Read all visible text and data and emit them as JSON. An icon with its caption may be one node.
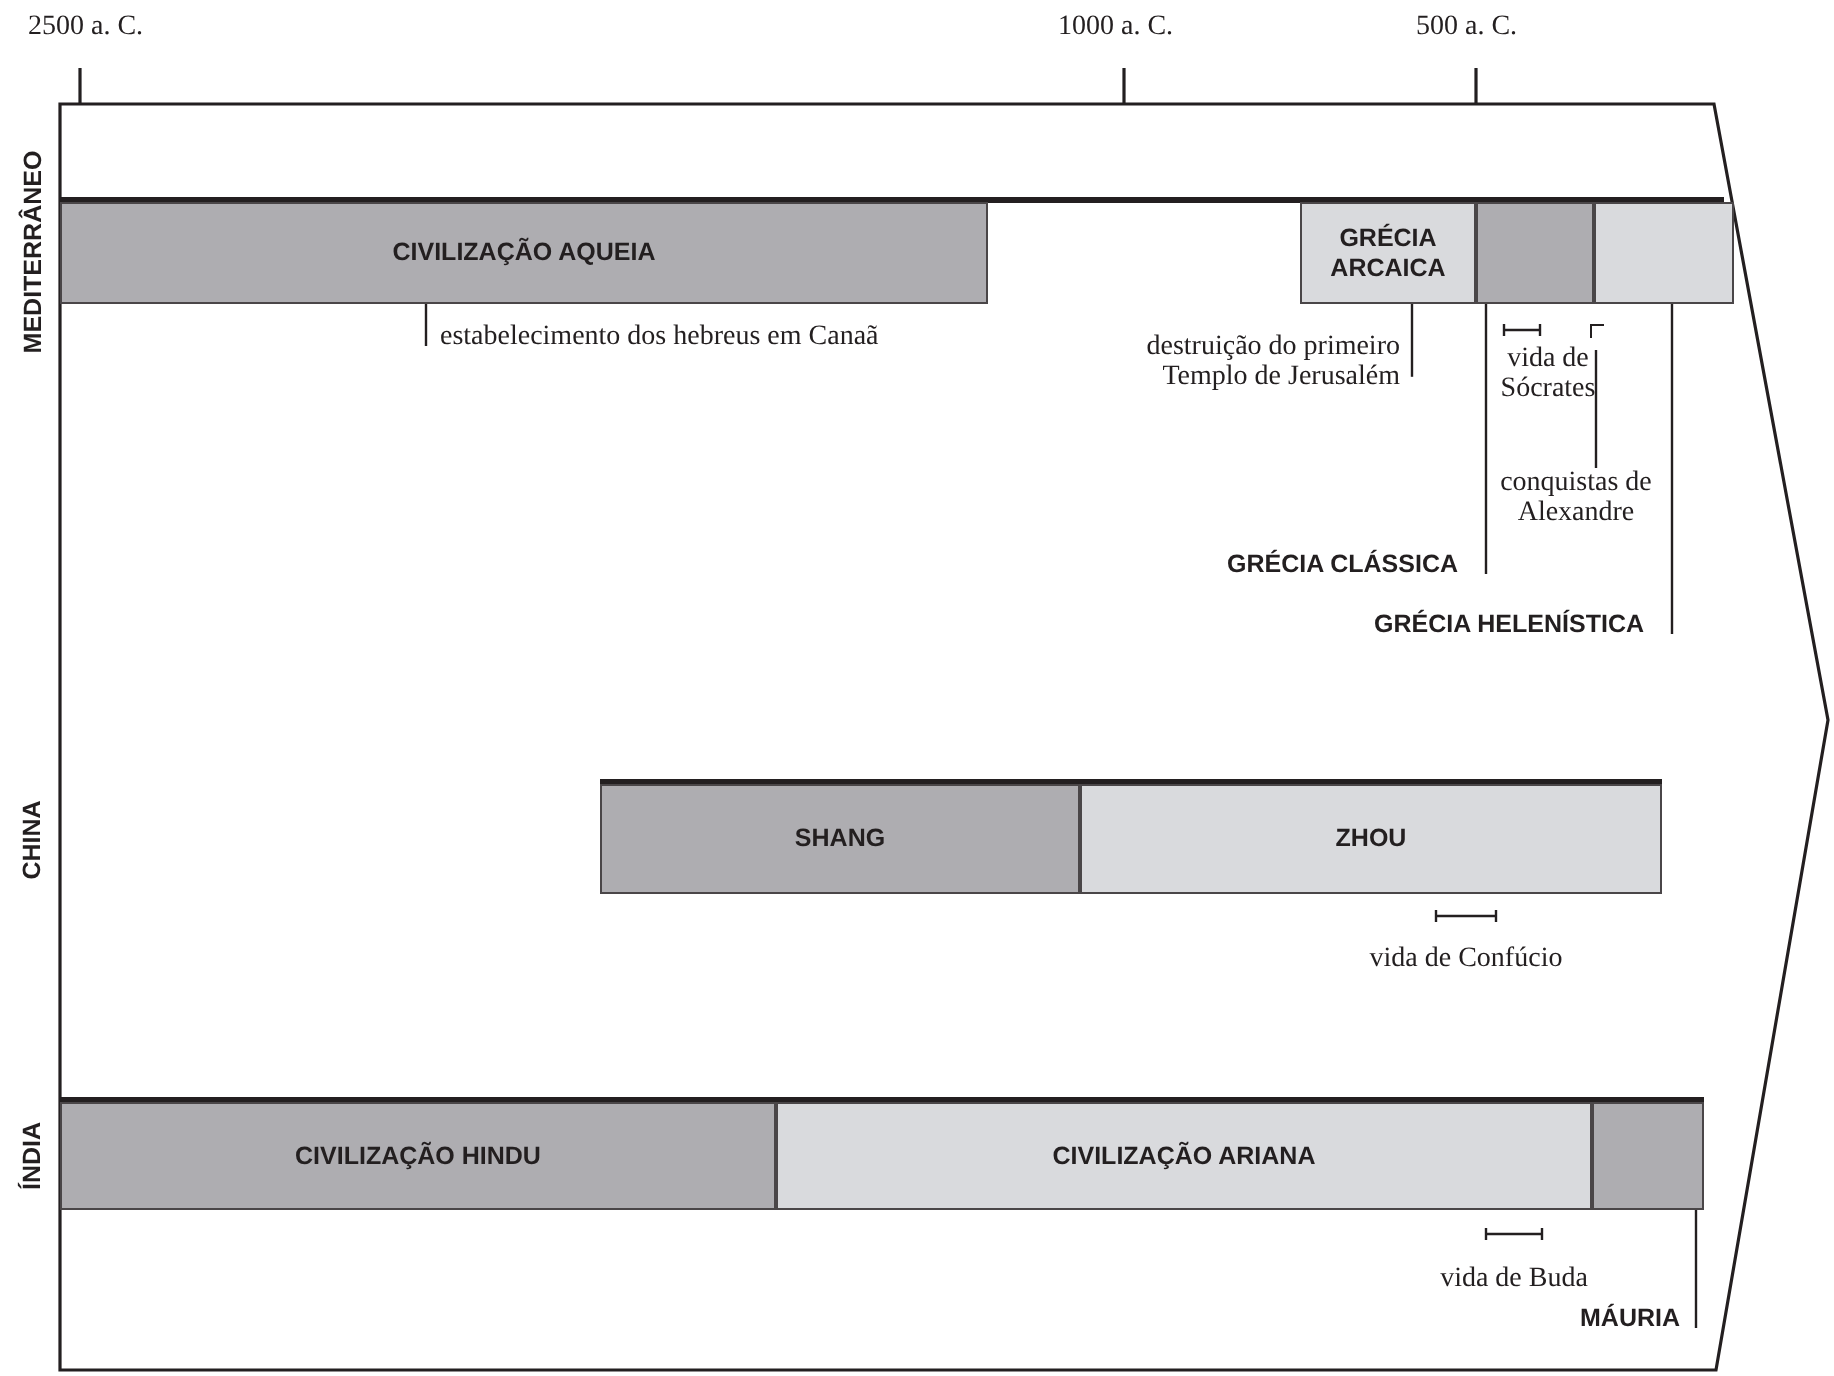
{
  "diagram": {
    "nodes": [
      {
        "text": [
          "CIVILIZAÇÃO AQUEIA"
        ]
      },
      {
        "text": [
          "GRÉCIA ARCAICA"
        ]
      },
      {
        "text": [],
        "shape": "bar"
      },
      {
        "text": [],
        "shape": "bar"
      },
      {
        "text": [
          "SHANG"
        ]
      },
      {
        "text": [
          "ZHOU"
        ]
      },
      {
        "text": [
          "CIVILIZAÇÃO HINDU"
        ]
      },
      {
        "text": [
          "CIVILIZAÇÃO ARIANA"
        ]
      },
      {
        "text": [],
        "shape": "bar"
      },
      {
        "text": [
          "estabelecimento dos hebreus em Canaã"
        ]
      },
      {
        "text": [
          "destruição do primeiro Templo de Jerusalém"
        ]
      },
      {
        "text": [
          "GRÉCIA CLÁSSICA"
        ]
      },
      {
        "text": [
          "GRÉCIA HELENÍSTICA"
        ]
      },
      {
        "text": [
          "MÁURIA"
        ]
      },
      {
        "text": [
          "conquistas de Alexandre"
        ]
      },
      {
        "text": [],
        "shape": "bar"
      }
    ],
    "edges": [
      {
        "from": 9,
        "to": 0,
        "arrow": "none"
      },
      {
        "from": 10,
        "to": 1,
        "arrow": "none"
      },
      {
        "from": 11,
        "to": 2,
        "arrow": "none"
      },
      {
        "from": 12,
        "to": 3,
        "arrow": "none"
      },
      {
        "from": 14,
        "to": 15,
        "arrow": "none"
      },
      {
        "from": 13,
        "to": 8,
        "arrow": "none"
      }
    ],
    "labels": [
      "2500 a. C.",
      "1000 a. C.",
      "500 a. C.",
      "MEDITERRÂNEO",
      "vida de Sócrates",
      "CHINA",
      "vida de Confúcio",
      "ÍNDIA",
      "vida de Buda"
    ]
  }
}
